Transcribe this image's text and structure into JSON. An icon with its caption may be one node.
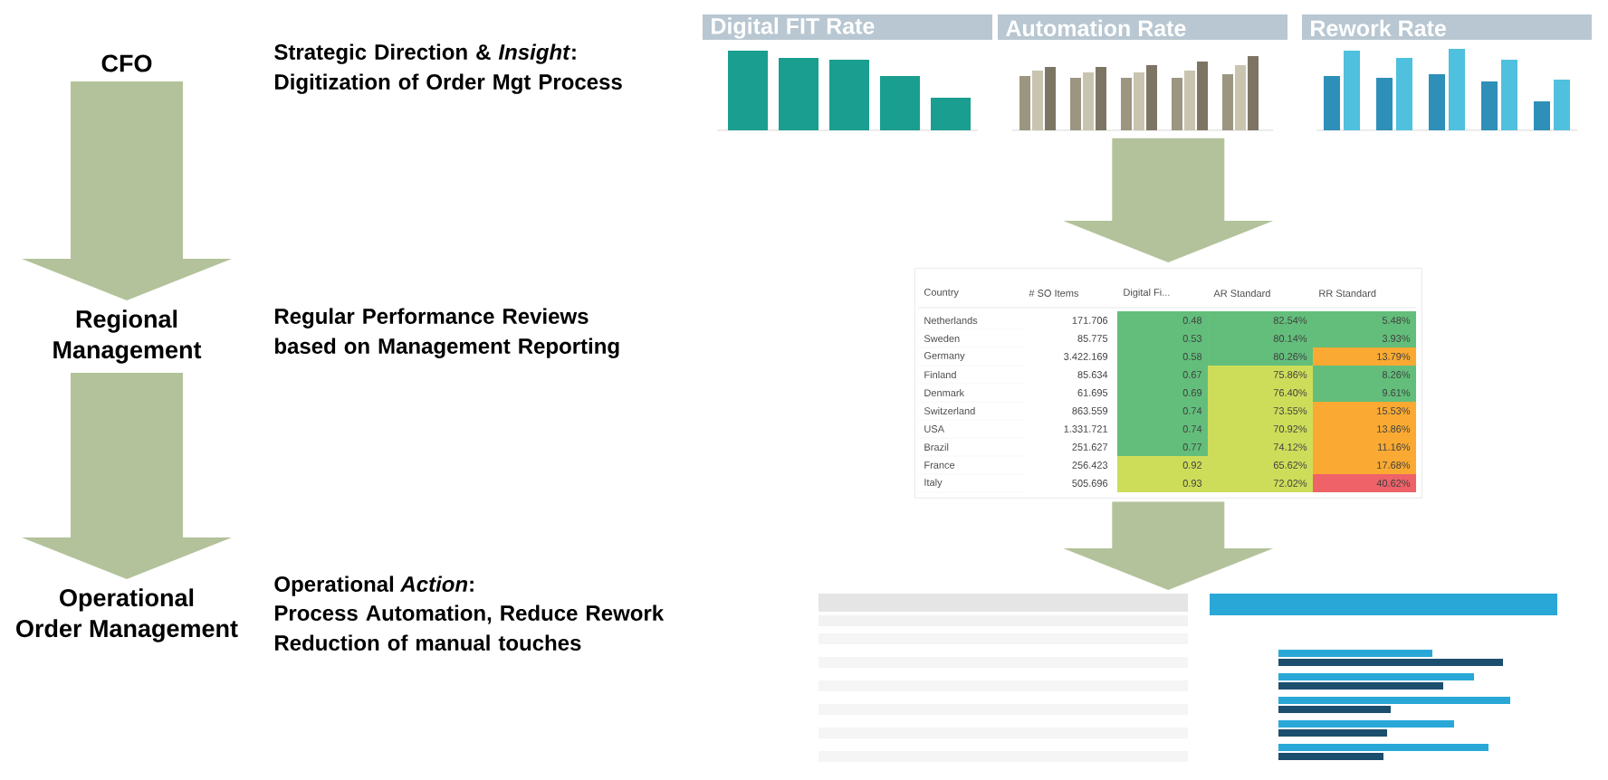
{
  "diagram": {
    "nodes": [
      {
        "text": [
          "CFO"
        ]
      },
      {
        "text": [
          "Regional Management"
        ]
      },
      {
        "text": [
          "Operational Order Management"
        ]
      },
      {
        "text": [
          "Digital FIT Rate"
        ]
      },
      {
        "text": [
          "Automation Rate"
        ]
      },
      {
        "text": [
          "Rework Rate"
        ]
      },
      {
        "text": [],
        "shape": "box"
      },
      {
        "text": [],
        "shape": "picture"
      }
    ],
    "edges": [
      {
        "from": 0,
        "to": 1,
        "arrow": "to"
      },
      {
        "from": 1,
        "to": 2,
        "arrow": "to"
      },
      {
        "from": 4,
        "to": 6,
        "arrow": "to"
      },
      {
        "from": 6,
        "to": 7,
        "arrow": "to"
      }
    ],
    "labels": [
      "Strategic Direction & *Insight*: Digitization of Order Mgt Process",
      "Regular Performance Reviews based on Management Reporting",
      "Operational *Action*:",
      "Process Automation, Reduce Rework Reduction of manual touches",
      "Country",
      "# SO Items",
      "Digital Fi...",
      "AR Standard",
      "RR Standard",
      "Netherlands",
      "171.706",
      "0.48",
      "82.54%",
      "5.48%",
      "Sweden",
      "85.775",
      "0.53",
      "80.14%",
      "3.93%",
      "Germany",
      "3.422.169",
      "0.58",
      "80.26%",
      "13.79%",
      "Finland",
      "85.634",
      "0.67",
      "75.86%",
      "8.26%",
      "Denmark",
      "61.695",
      "0.69",
      "76.40%",
      "9.61%",
      "Switzerland",
      "863.559",
      "0.74",
      "73.55%",
      "15.53%",
      "USA",
      "1.331.721",
      "0.74",
      "70.92%",
      "13.86%",
      "Brazil",
      "251.627",
      "0.77",
      "74.12%",
      "11.16%",
      "France",
      "256.423",
      "0.92",
      "65.62%",
      "17.68%",
      "Italy",
      "505.696",
      "0.93",
      "72.02%",
      "40.62%"
    ]
  }
}
